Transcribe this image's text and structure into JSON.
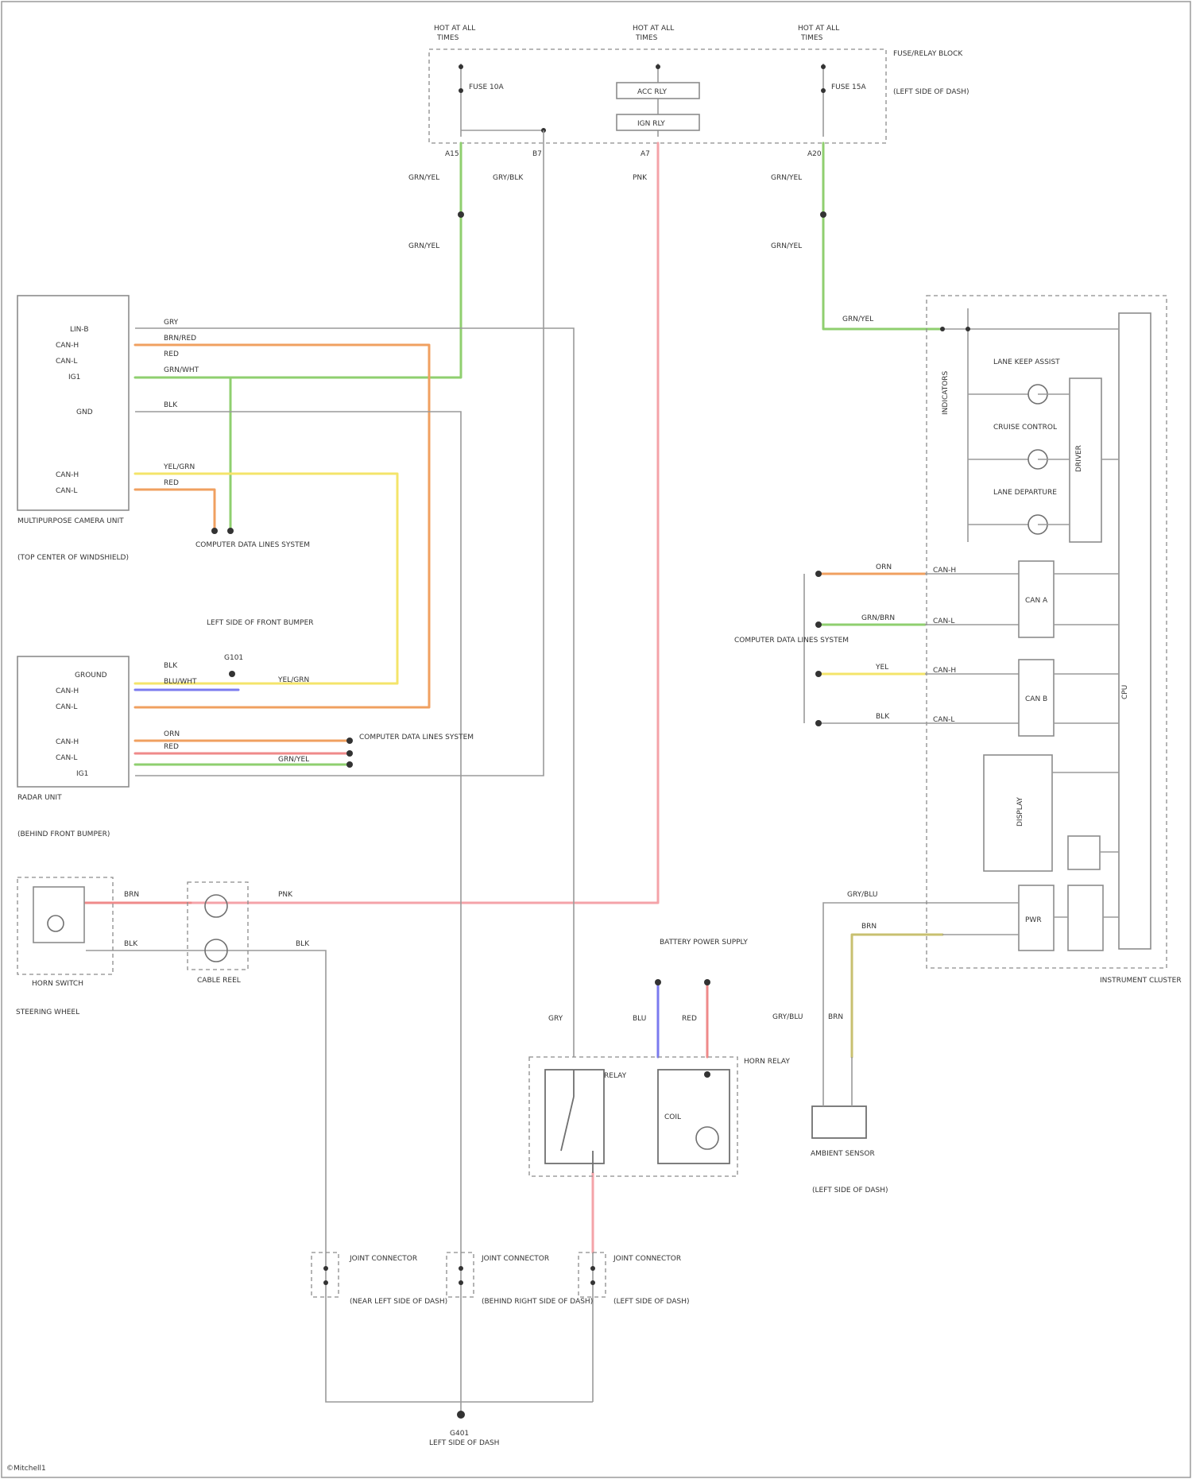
{
  "colors": {
    "grn": "#8fcf6f",
    "gry": "#9a9a9a",
    "org": "#f0a060",
    "yel": "#f4e46a",
    "red": "#ef8a8a",
    "pnk": "#f4a3a8",
    "blu": "#7b7bef",
    "blk": "#5a5a5a",
    "olive": "#c8c070"
  },
  "fuses": [
    {
      "line1": "HOT AT ALL",
      "line2": "TIMES"
    },
    {
      "line1": "HOT AT ALL",
      "line2": "TIMES"
    },
    {
      "line1": "HOT AT ALL",
      "line2": "TIMES"
    }
  ],
  "power_distribution": {
    "title": "FUSE/RELAY BLOCK",
    "subtitle": "(LEFT SIDE OF DASH)",
    "left_fuse": "FUSE 10A",
    "right_fuse": "FUSE 15A",
    "center_top": "ACC RLY",
    "center_bottom": "IGN RLY",
    "pin1": "A15",
    "pin2": "B7",
    "pin3": "A7",
    "pin4": "A20"
  },
  "wire_labels": {
    "grn_yel_1": "GRN/YEL",
    "gry_blk": "GRY/BLK",
    "pnk": "PNK",
    "grn_yel_2": "GRN/YEL",
    "grn_yel_3": "GRN/YEL",
    "grn_yel_4": "GRN/YEL",
    "grn_yel_5": "GRN/YEL"
  },
  "camera_unit": {
    "name": "MULTIPURPOSE CAMERA UNIT",
    "location": "(TOP CENTER OF WINDSHIELD)",
    "pins": [
      "LIN-B",
      "CAN-H",
      "CAN-L",
      "IG1",
      "GND",
      "",
      "",
      "CAN-H",
      "CAN-L"
    ]
  },
  "camera_wires": [
    "GRY",
    "BRN/RED",
    "RED",
    "GRN/WHT",
    "BLK",
    "YEL/GRN",
    "RED"
  ],
  "radar_unit": {
    "name": "RADAR UNIT",
    "location": "(BEHIND FRONT BUMPER)",
    "pins": [
      "GROUND",
      "CAN-H",
      "CAN-L",
      "CAN-H",
      "CAN-L",
      "IG1"
    ]
  },
  "radar_wires": [
    "BLK",
    "BLU/WHT",
    "YEL/GRN",
    "ORN",
    "RED",
    "GRN/YEL"
  ],
  "left_labels": {
    "can_lines_1": "COMPUTER DATA LINES SYSTEM",
    "can_lines_2": "COMPUTER DATA LINES SYSTEM",
    "bumper": "LEFT SIDE OF FRONT BUMPER",
    "ground_g": "G101"
  },
  "horn": {
    "switch_name": "HORN SWITCH",
    "steering": "STEERING WHEEL",
    "cable_reel": "CABLE REEL",
    "wire_a": "BRN",
    "wire_b": "BLK",
    "wire_c": "PNK",
    "wire_d": "BLK"
  },
  "instrument_cluster": {
    "name": "INSTRUMENT CLUSTER",
    "ind1": "LANE KEEP ASSIST",
    "ind2": "CRUISE CONTROL",
    "ind3": "LANE DEPARTURE",
    "indicator_group": "INDICATORS",
    "driver": "DRIVER",
    "cpu": "CPU",
    "can_a": "CAN A",
    "can_b": "CAN B",
    "lcd": "DISPLAY",
    "pwr": "PWR",
    "wires": [
      "ORN",
      "GRN/BRN",
      "YEL",
      "BLK"
    ],
    "pins": [
      "CAN-H",
      "CAN-L",
      "CAN-H",
      "CAN-L"
    ],
    "bottom_wires": [
      "GRY/BLU",
      "BRN"
    ],
    "can_system": "COMPUTER DATA LINES SYSTEM"
  },
  "horn_relay": {
    "name": "HORN RELAY",
    "supply": "BATTERY POWER SUPPLY",
    "relay": "RELAY",
    "coil": "COIL",
    "wire_blu": "BLU",
    "wire_red": "RED",
    "wire_gry": "GRY"
  },
  "sensor": {
    "name": "AMBIENT SENSOR",
    "location": "(LEFT SIDE OF DASH)",
    "wire_a": "GRY/BLU",
    "wire_b": "BRN"
  },
  "joints": [
    {
      "name": "JOINT CONNECTOR",
      "sub": "(NEAR LEFT SIDE OF DASH)"
    },
    {
      "name": "JOINT CONNECTOR",
      "sub": "(BEHIND RIGHT SIDE OF DASH)"
    },
    {
      "name": "JOINT CONNECTOR",
      "sub": "(LEFT SIDE OF DASH)"
    }
  ],
  "ground": {
    "name": "G401",
    "location": "LEFT SIDE OF DASH"
  },
  "footer": "©Mitchell1"
}
